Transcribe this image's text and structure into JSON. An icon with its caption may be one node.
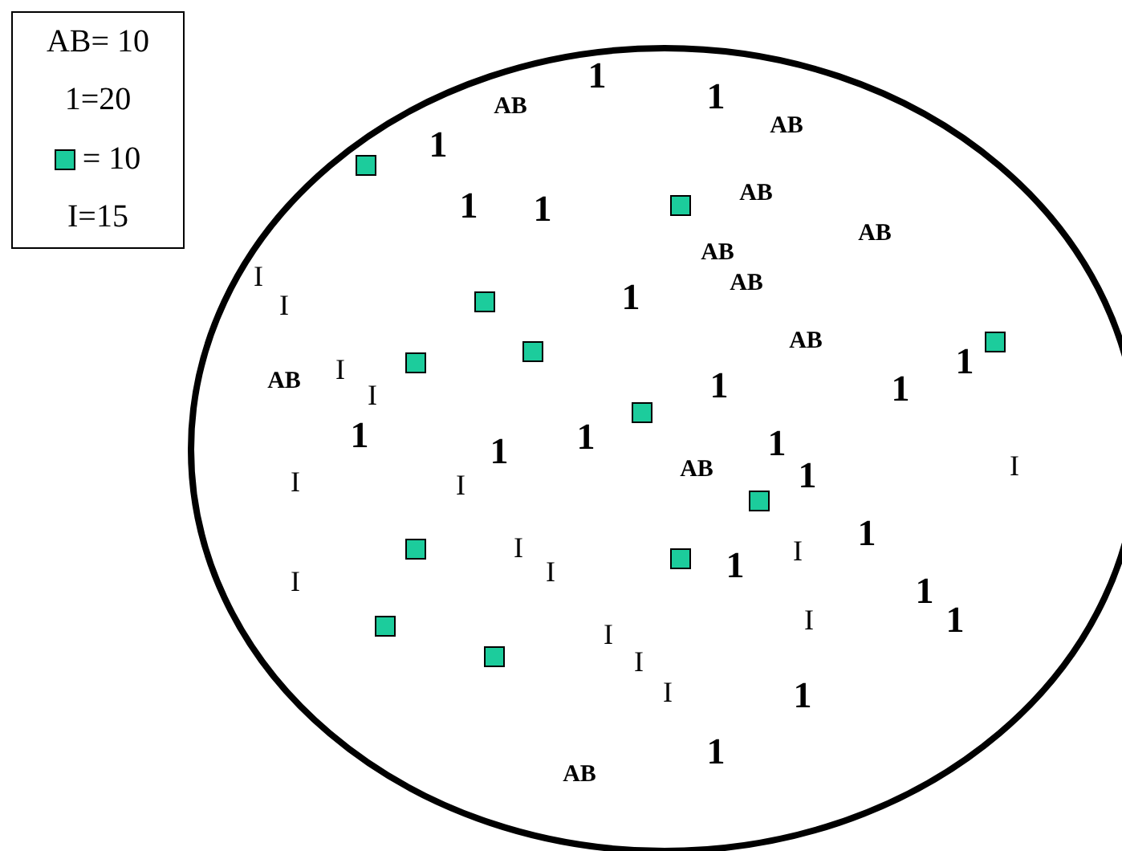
{
  "diagram": {
    "labels": [
      "1",
      "1",
      "AB",
      "AB",
      "1",
      "AB",
      "1",
      "1",
      "AB",
      "AB",
      "I",
      "AB",
      "1",
      "I",
      "AB",
      "1",
      "I",
      "AB",
      "1",
      "1",
      "I",
      "1",
      "1",
      "1",
      "1",
      "I",
      "AB",
      "1",
      "I",
      "I",
      "1",
      "I",
      "I",
      "1",
      "I",
      "I",
      "1",
      "1",
      "I",
      "I",
      "I",
      "I",
      "1",
      "1",
      "AB"
    ],
    "legend": [
      {
        "text": "AB= 10"
      },
      {
        "text": "1=20"
      },
      {
        "text": "= 10",
        "color": "#1ccc9c"
      },
      {
        "text": "I=15"
      }
    ]
  }
}
